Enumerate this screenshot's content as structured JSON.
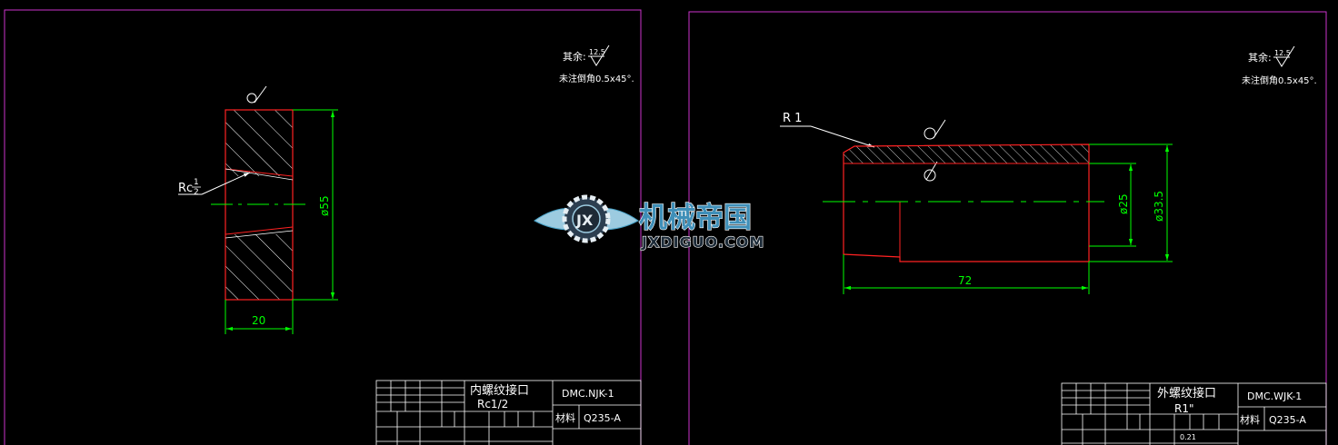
{
  "colors": {
    "background": "#000000",
    "frame": "#cc33cc",
    "outline": "#ff2222",
    "dimension": "#00ff00",
    "text": "#ffffff",
    "watermark_blue": "#4aa3c8"
  },
  "sheet_left": {
    "note_rest": "其余:",
    "roughness_value": "12.5",
    "chamfer_note": "未注倒角0.5x45°.",
    "thread_label": "Rc",
    "thread_frac_num": "1",
    "thread_frac_den": "2",
    "dim_diameter": "ø55",
    "dim_width": "20",
    "title_name": "内螺纹接口",
    "title_spec": "Rc1/2",
    "drawing_no": "DMC.NJK-1",
    "material_label": "材料",
    "material": "Q235-A"
  },
  "sheet_right": {
    "note_rest": "其余:",
    "roughness_value": "12.5",
    "chamfer_note": "未注倒角0.5x45°.",
    "radius_label": "R 1",
    "dim_inner": "ø25",
    "dim_outer": "ø33.5",
    "dim_length": "72",
    "title_name": "外螺纹接口",
    "title_spec": "R1\"",
    "scale": "0.21",
    "drawing_no": "DMC.WJK-1",
    "material_label": "材料",
    "material": "Q235-A"
  },
  "watermark": {
    "logo_letters": "JX",
    "name": "机械帝国",
    "url": "JXDIGUO.COM"
  }
}
